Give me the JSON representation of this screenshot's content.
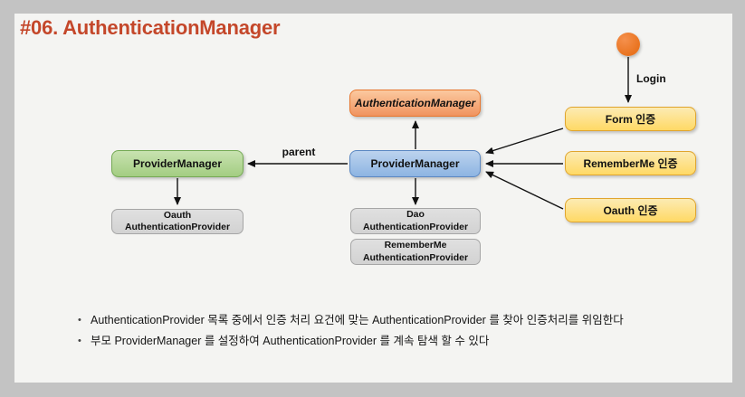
{
  "slide": {
    "title": "#06. AuthenticationManager"
  },
  "diagram": {
    "actor": {
      "login_label": "Login"
    },
    "nodes": {
      "authentication_manager": "AuthenticationManager",
      "provider_manager": "ProviderManager",
      "parent_provider_manager": "ProviderManager",
      "oauth_authentication_provider": {
        "line1": "Oauth",
        "line2": "AuthenticationProvider"
      },
      "dao_authentication_provider": {
        "line1": "Dao",
        "line2": "AuthenticationProvider"
      },
      "rememberme_authentication_provider": {
        "line1": "RememberMe",
        "line2": "AuthenticationProvider"
      },
      "form_auth": "Form 인증",
      "rememberme_auth": "RememberMe 인증",
      "oauth_auth": "Oauth 인증"
    },
    "edge_labels": {
      "parent": "parent"
    }
  },
  "bullets": [
    "AuthenticationProvider 목록 중에서 인증 처리 요건에 맞는 AuthenticationProvider 를 찾아 인증처리를 위임한다",
    "부모 ProviderManager 를 설정하여  AuthenticationProvider 를 계속 탐색 할 수 있다"
  ],
  "colors": {
    "title": "#c4472a",
    "authentication_manager_node": "#f0935f",
    "provider_manager_node": "#8db4e2",
    "parent_provider_manager_node": "#a3cd82",
    "auth_type_node": "#ffd965",
    "provider_node": "#d9d9d9",
    "actor_dot": "#ed7d31",
    "slide_background": "#f4f4f2",
    "canvas_background": "#c3c3c3"
  }
}
